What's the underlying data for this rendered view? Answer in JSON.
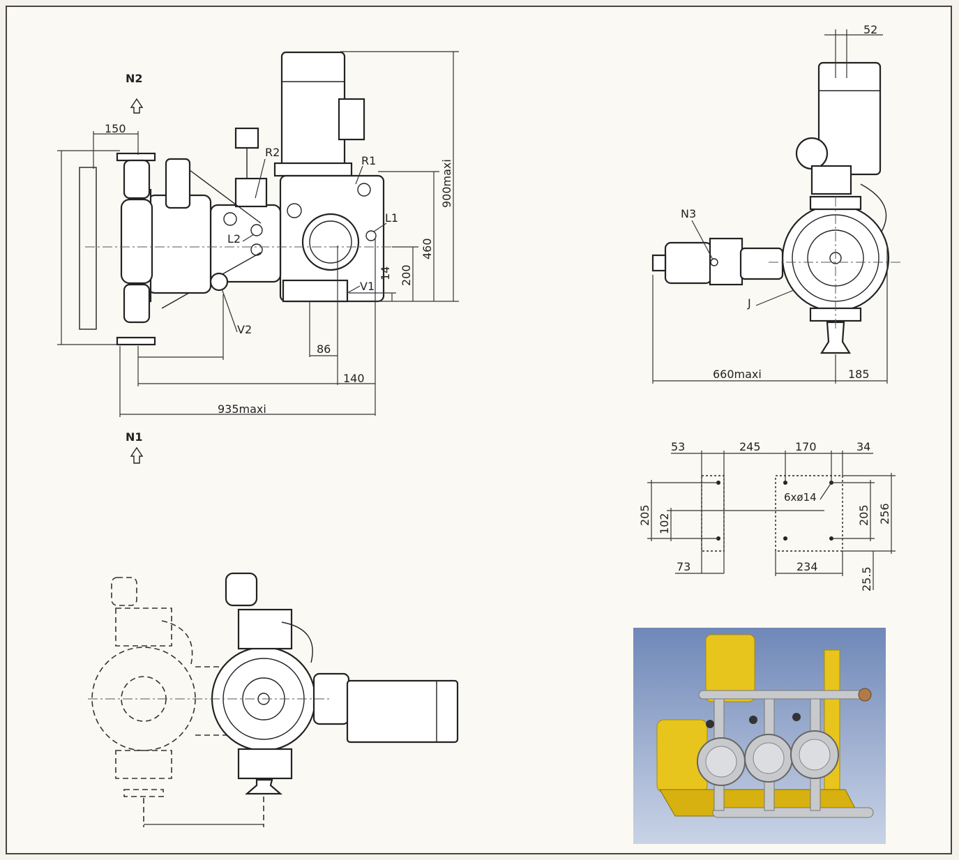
{
  "labels": {
    "n1": "N1",
    "n2": "N2",
    "n3": "N3",
    "r1": "R1",
    "r2": "R2",
    "l1": "L1",
    "l2": "L2",
    "v1": "V1",
    "v2": "V2",
    "j": "J"
  },
  "dimensions": {
    "front": {
      "d150": "150",
      "d900": "900maxi",
      "d460": "460",
      "d200": "200",
      "d14": "14",
      "d86": "86",
      "d140": "140",
      "d935": "935maxi"
    },
    "side": {
      "d52": "52",
      "d660": "660maxi",
      "d185": "185"
    },
    "base": {
      "d53": "53",
      "d245": "245",
      "d170": "170",
      "d34": "34",
      "d205_left": "205",
      "d102": "102",
      "d205_right": "205",
      "d256": "256",
      "d73": "73",
      "d234": "234",
      "d25_5": "25.5",
      "holes": "6xø14"
    }
  },
  "photo": {
    "bg_top": "#6f88b8",
    "bg_bottom": "#c9d3e6",
    "body_color": "#e8c51c",
    "steel_color": "#c7c9cc"
  }
}
